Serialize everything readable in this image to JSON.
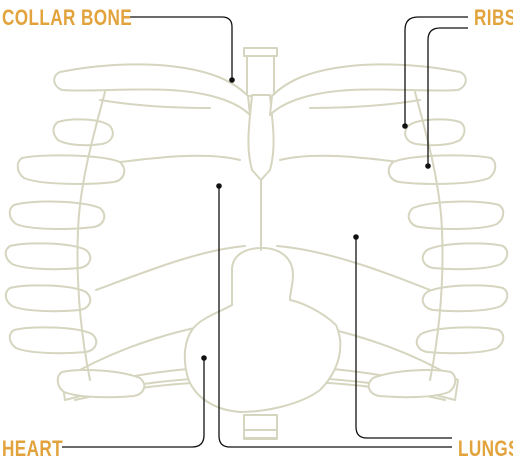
{
  "labels": {
    "collar_bone": "COLLAR BONE",
    "ribs": "RIBS",
    "heart": "HEART",
    "lungs": "LUNGS"
  },
  "colors": {
    "label": "#e2a33c",
    "outline": "#d6d5bf",
    "fill": "#ffffff",
    "leader": "#111111"
  }
}
